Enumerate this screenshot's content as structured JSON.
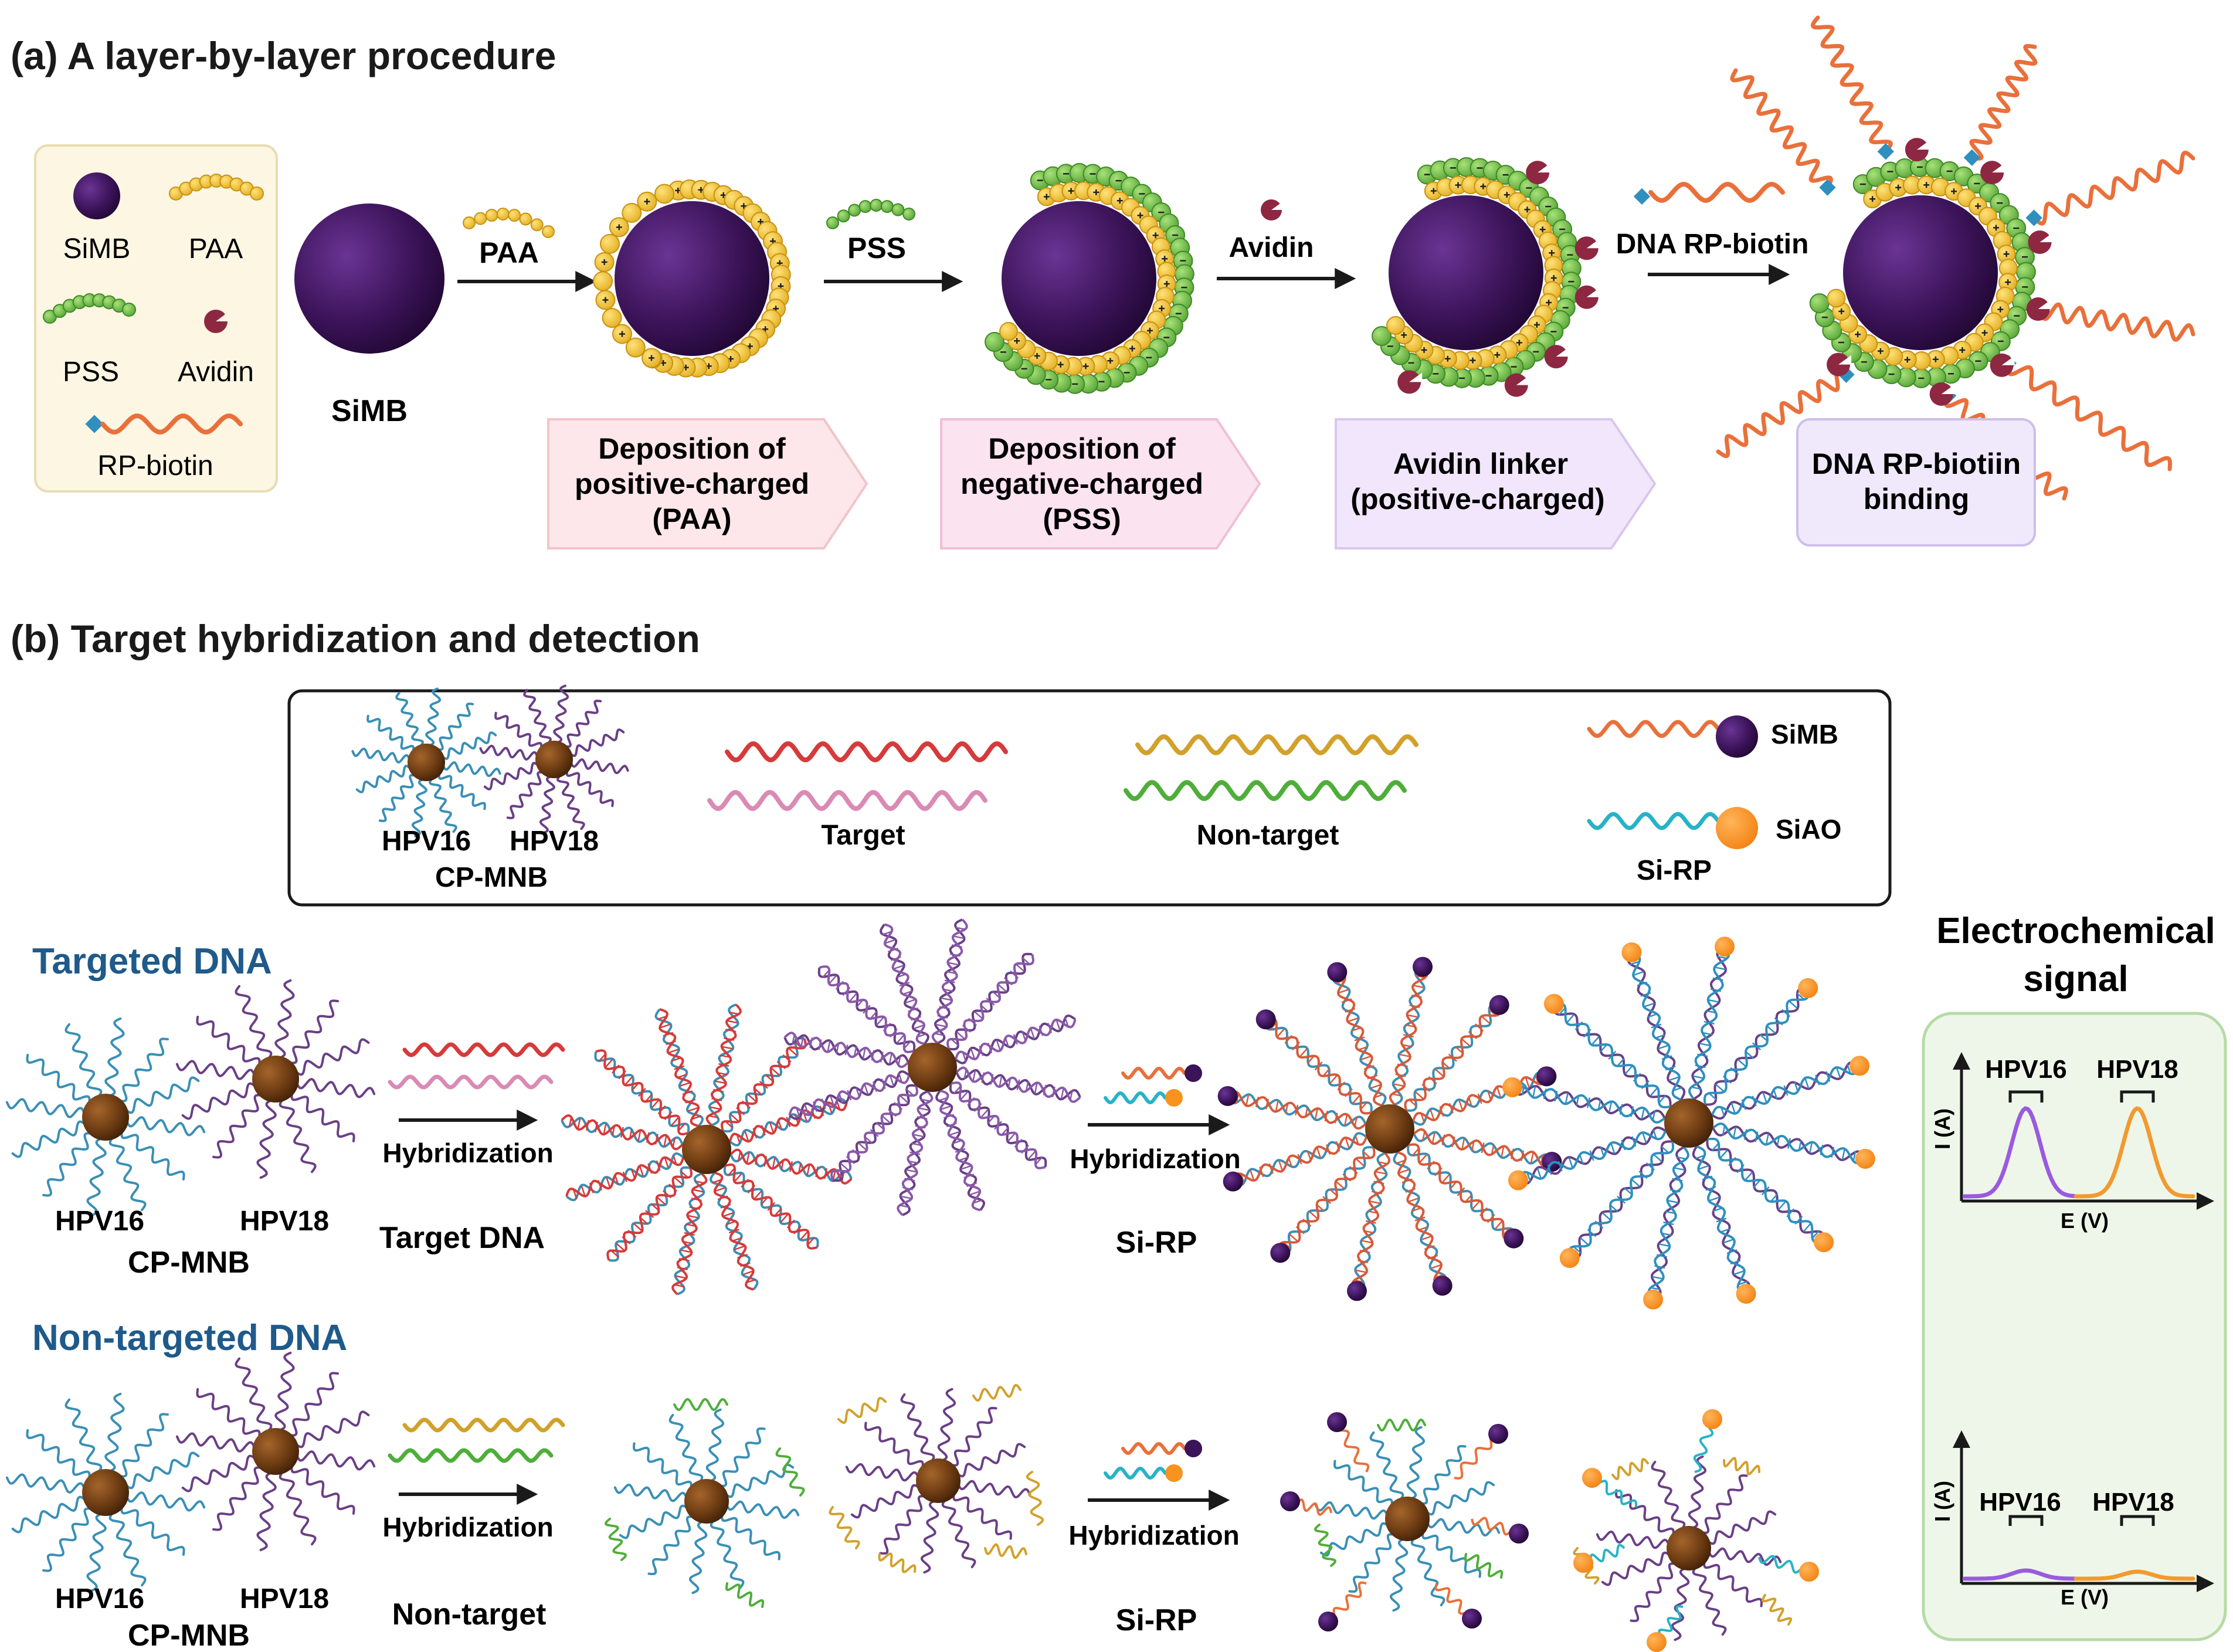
{
  "panel_a": {
    "title": "(a) A layer-by-layer procedure",
    "legend": {
      "simb": "SiMB",
      "paa": "PAA",
      "pss": "PSS",
      "avidin": "Avidin",
      "rp_biotin": "RP-biotin"
    },
    "simb_label": "SiMB",
    "arrows": {
      "paa": "PAA",
      "pss": "PSS",
      "avidin": "Avidin",
      "dna_rp_biotin": "DNA RP-biotin"
    },
    "steps": [
      {
        "line1": "Deposition of",
        "line2": "positive-charged",
        "line3": "(PAA)"
      },
      {
        "line1": "Deposition of",
        "line2": "negative-charged",
        "line3": "(PSS)"
      },
      {
        "line1": "Avidin linker",
        "line2": "(positive-charged)"
      },
      {
        "line1": "DNA RP-biotiin",
        "line2": "binding"
      }
    ]
  },
  "panel_b": {
    "title": "(b) Target hybridization and detection",
    "legend": {
      "hpv16": "HPV16",
      "hpv18": "HPV18",
      "cp_mnb": "CP-MNB",
      "target": "Target",
      "non_target": "Non-target",
      "simb": "SiMB",
      "siao": "SiAO",
      "si_rp": "Si-RP"
    },
    "targeted": {
      "heading": "Targeted DNA",
      "hpv16": "HPV16",
      "hpv18": "HPV18",
      "cp_mnb": "CP-MNB",
      "hybridization1": "Hybridization",
      "target_dna": "Target DNA",
      "hybridization2": "Hybridization",
      "si_rp": "Si-RP"
    },
    "non_targeted": {
      "heading": "Non-targeted DNA",
      "hpv16": "HPV16",
      "hpv18": "HPV18",
      "cp_mnb": "CP-MNB",
      "hybridization1": "Hybridization",
      "non_target": "Non-target",
      "hybridization2": "Hybridization",
      "si_rp": "Si-RP"
    },
    "signal": {
      "heading_line1": "Electrochemical",
      "heading_line2": "signal",
      "top": {
        "ylabel": "I (A)",
        "xlabel": "E (V)",
        "peak1": "HPV16",
        "peak2": "HPV18"
      },
      "bottom": {
        "ylabel": "I (A)",
        "xlabel": "E (V)",
        "peak1": "HPV16",
        "peak2": "HPV18"
      }
    }
  },
  "colors": {
    "bead_purple": "#3b1358",
    "bead_brown": "#6b3a12",
    "paa_yellow": "#f2c230",
    "pss_green": "#6cc04a",
    "avidin_red": "#8e2742",
    "rp_orange": "#e9703a",
    "biotin_blue": "#2f8fbf",
    "probe_blue": "#3a8fb5",
    "probe_purple": "#6a3f86",
    "target_red": "#d63a3a",
    "target_pink": "#d98ab5",
    "nontarget_gold": "#d2a12a",
    "nontarget_green": "#4fae3a",
    "siao_orange": "#f7931e",
    "heading_blue": "#1f5a8a",
    "curve_purple": "#9a5ae0",
    "curve_orange": "#f29a2e"
  }
}
